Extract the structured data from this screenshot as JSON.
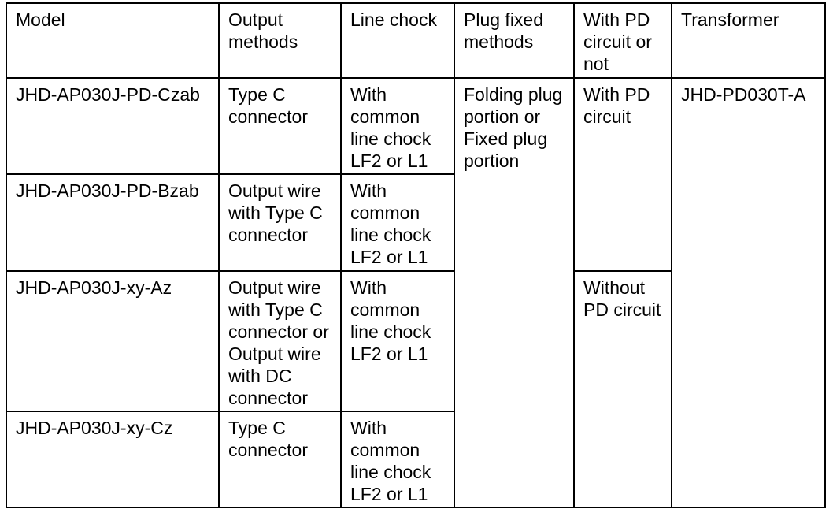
{
  "table": {
    "columns": {
      "model": "Model",
      "output_methods": "Output methods",
      "line_chock": "Line chock",
      "plug_fixed_methods": "Plug fixed methods",
      "pd_circuit": "With PD circuit or not",
      "transformer": "Transformer"
    },
    "rows": [
      {
        "model": "JHD-AP030J-PD-Czab",
        "output": "Type C connector",
        "chock": "With common line chock LF2 or L1"
      },
      {
        "model": "JHD-AP030J-PD-Bzab",
        "output": "Output wire with Type C connector",
        "chock": "With common line chock LF2 or L1"
      },
      {
        "model": "JHD-AP030J-xy-Az",
        "output": "Output wire with Type C connector or Output wire with DC connector",
        "chock": "With common line chock LF2 or L1"
      },
      {
        "model": "JHD-AP030J-xy-Cz",
        "output": "Type C connector",
        "chock": "With common line chock LF2 or L1"
      }
    ],
    "merged_cells": {
      "plug_fixed_methods": "Folding plug portion or Fixed plug portion",
      "pd_with": "With PD circuit",
      "pd_without": "Without PD circuit",
      "transformer": "JHD-PD030T-A"
    },
    "colors": {
      "border": "#000000",
      "text": "#000000",
      "background": "#ffffff"
    }
  }
}
